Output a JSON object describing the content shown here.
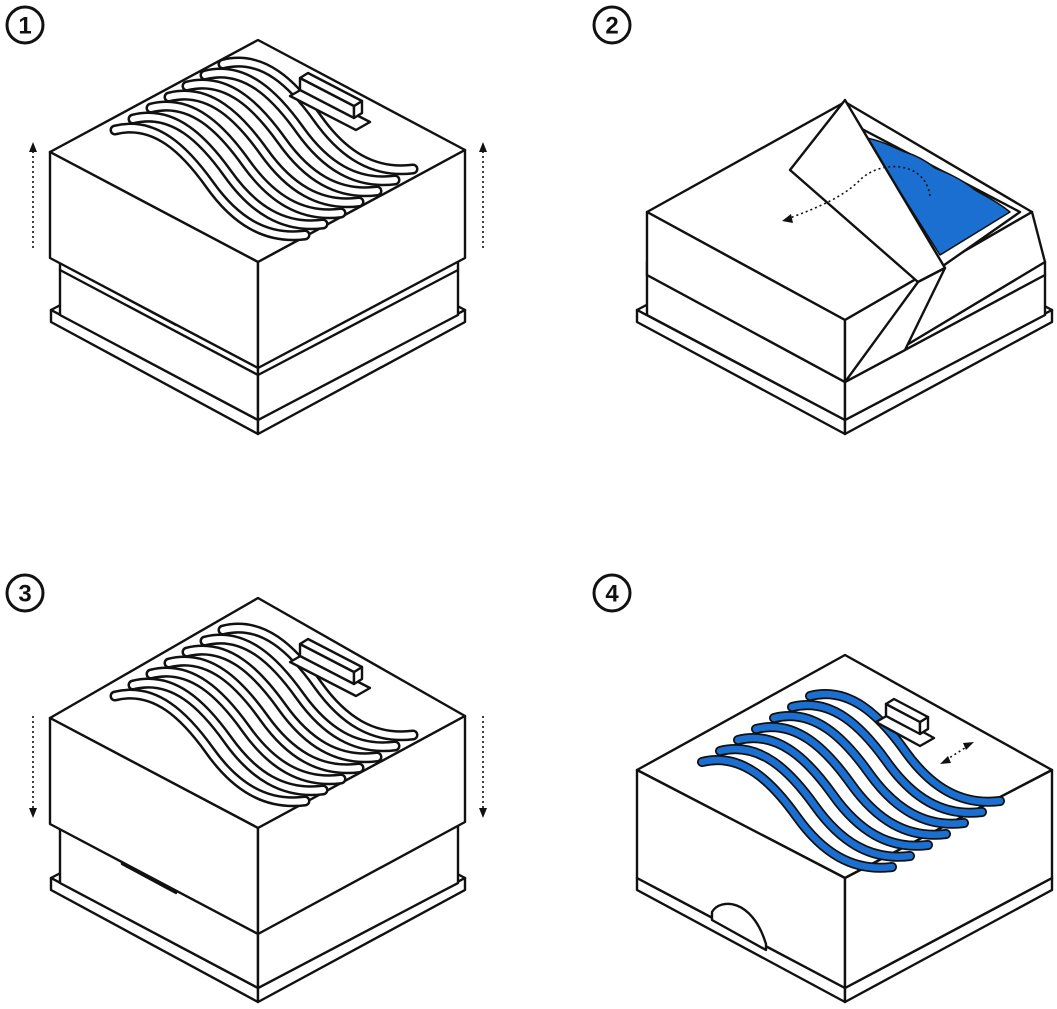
{
  "steps": [
    {
      "number": "1",
      "label": "1"
    },
    {
      "number": "2",
      "label": "2"
    },
    {
      "number": "3",
      "label": "3"
    },
    {
      "number": "4",
      "label": "4"
    }
  ],
  "colors": {
    "line": "#111111",
    "accent_blue": "#1a6fd1",
    "background": "#ffffff"
  },
  "icons": {
    "lift_arrow": "dotted-up-arrow-icon",
    "lower_arrow": "dotted-down-arrow-icon",
    "slide_arrow": "dotted-double-arrow-icon",
    "fold_arrow": "dotted-curved-arrow-icon"
  }
}
